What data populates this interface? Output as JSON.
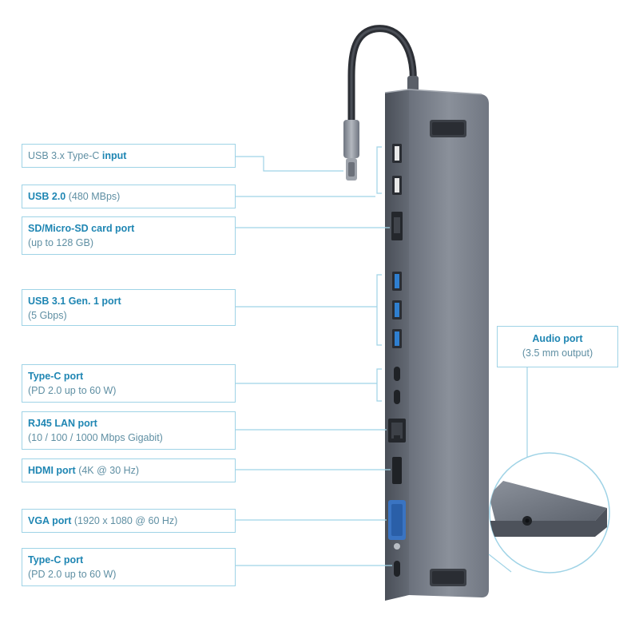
{
  "callouts": {
    "usb_c_input": {
      "normal_prefix": "USB 3.x Type-C ",
      "strong": "input",
      "normal_suffix": ""
    },
    "usb2": {
      "strong": "USB 2.0",
      "normal_suffix": " (480 MBps)"
    },
    "sd": {
      "strong": "SD/Micro-SD card port",
      "line2": "(up to 128 GB)"
    },
    "usb31": {
      "strong": "USB 3.1 Gen. 1 port",
      "line2": "(5 Gbps)"
    },
    "typec1": {
      "strong": "Type-C port",
      "line2": "(PD 2.0 up to 60 W)"
    },
    "rj45": {
      "strong": "RJ45 LAN port",
      "line2": "(10 / 100 / 1000 Mbps Gigabit)"
    },
    "hdmi": {
      "strong": "HDMI port",
      "normal_suffix": " (4K @ 30 Hz)"
    },
    "vga": {
      "strong": "VGA port",
      "normal_suffix": " (1920 x 1080 @ 60 Hz)"
    },
    "typec2": {
      "strong": "Type-C port",
      "line2": "(PD 2.0 up to 60 W)"
    }
  },
  "audio": {
    "strong": "Audio port",
    "line2": "(3.5 mm output)"
  },
  "colors": {
    "accent": "#1f86b3",
    "callout_border": "#9fd3e6",
    "body_dark": "#5c6370",
    "body_mid": "#7c828d",
    "port_blue": "#2f7fd0"
  }
}
